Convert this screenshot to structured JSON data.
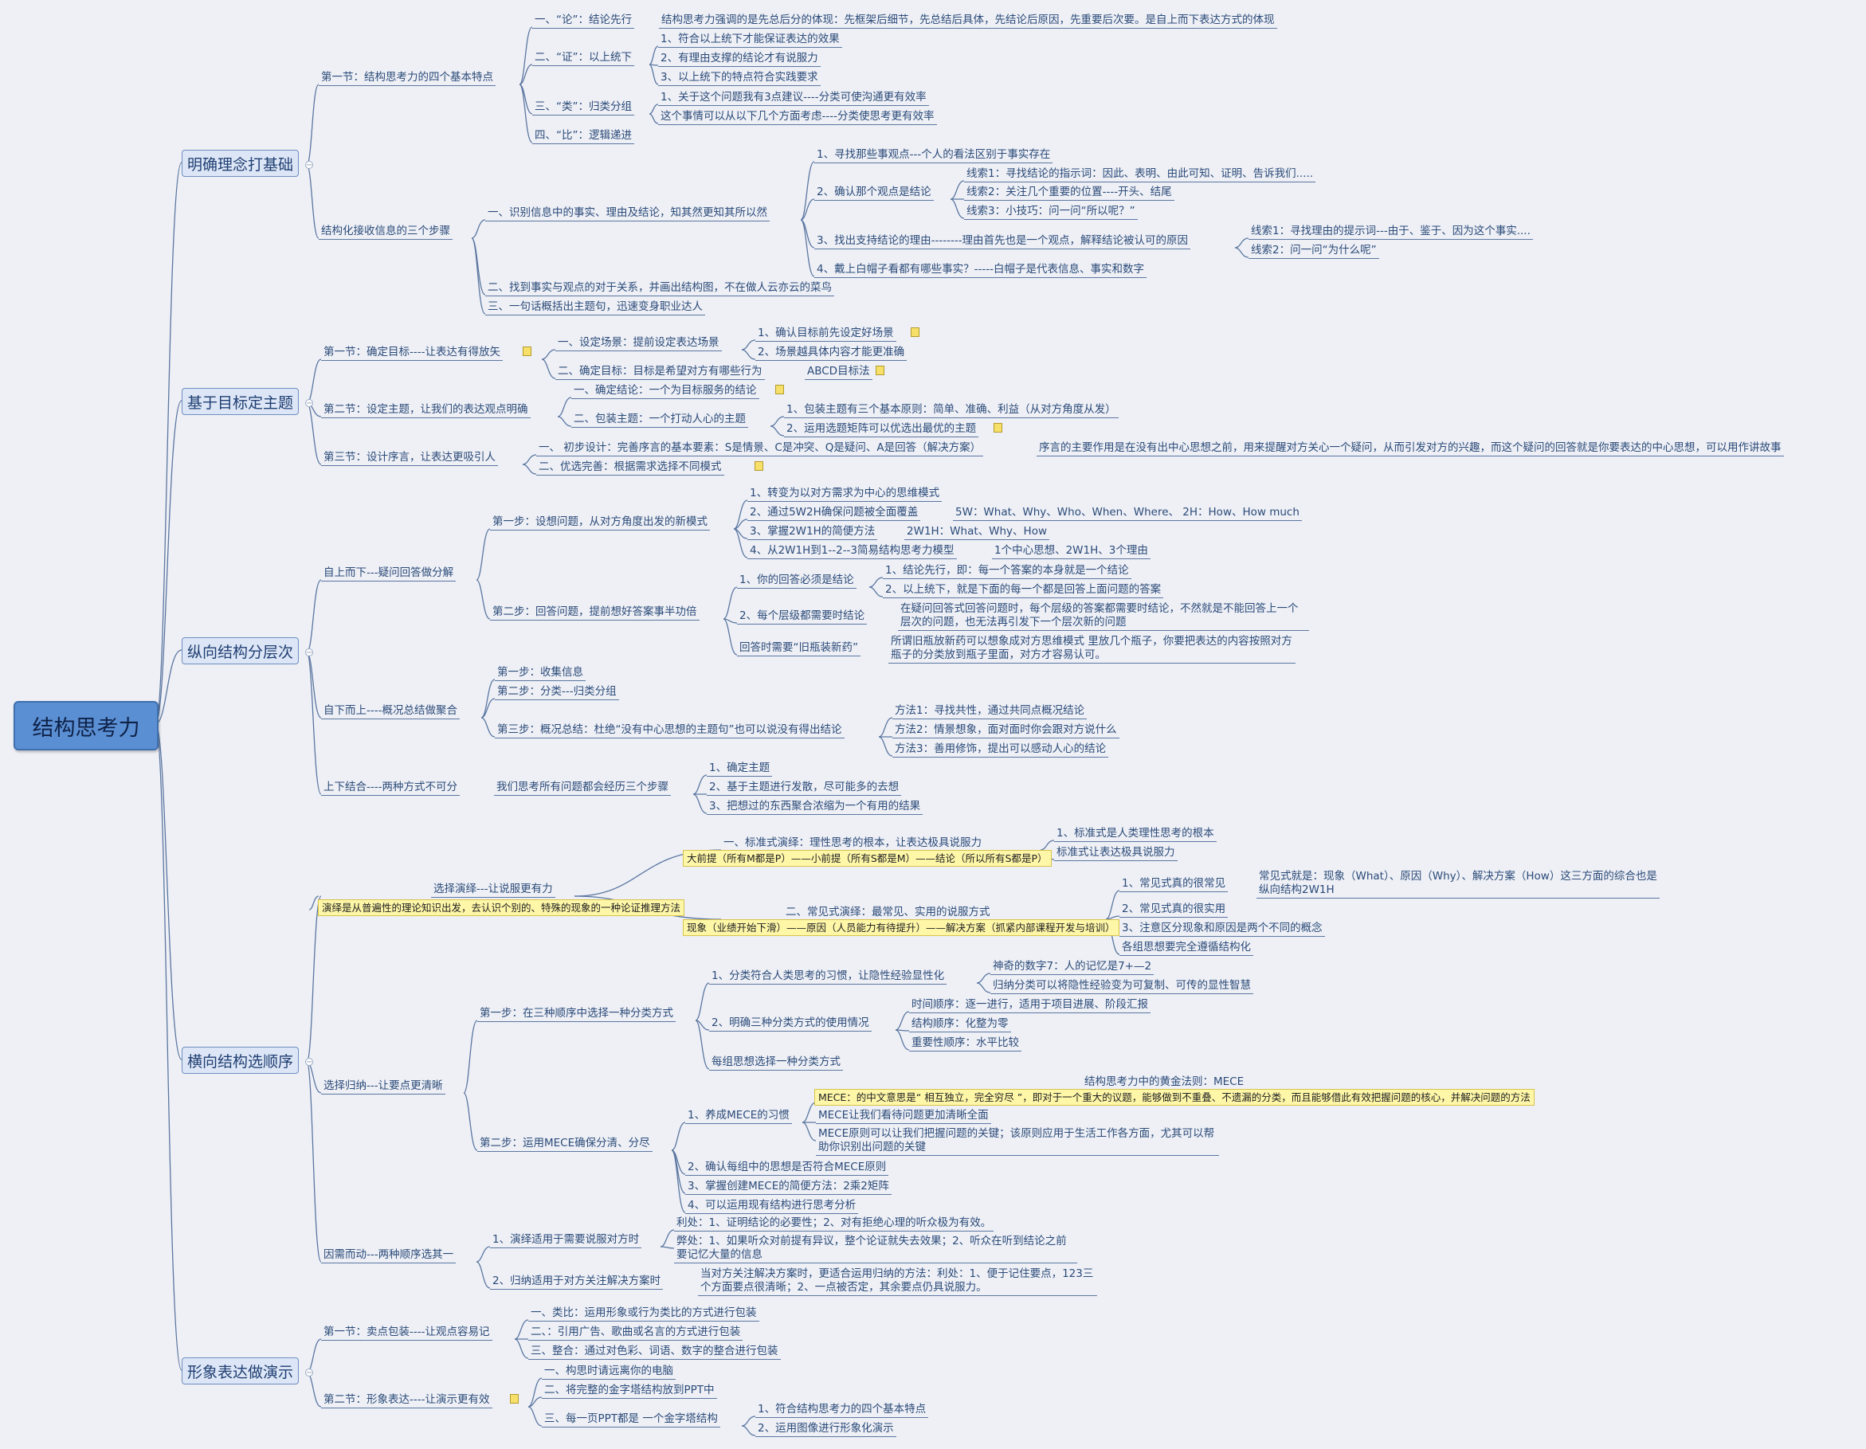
{
  "root": "结构思考力",
  "main": {
    "m1": "明确理念打基础",
    "m2": "基于目标定主题",
    "m3": "纵向结构分层次",
    "m4": "横向结构选顺序",
    "m5": "形象表达做演示"
  },
  "m1": {
    "s1": "第一节：结构思考力的四个基本特点",
    "s1_1": "一、“论”：结论先行",
    "s1_1n": "结构思考力强调的是先总后分的体现：先框架后细节，先总结后具体，先结论后原因，先重要后次要。是自上而下表达方式的体现",
    "s1_2": "二、“证”：以上统下",
    "s1_2a": "1、符合以上统下才能保证表达的效果",
    "s1_2b": "2、有理由支撑的结论才有说服力",
    "s1_2c": "3、以上统下的特点符合实践要求",
    "s1_3": "三、“类”：归类分组",
    "s1_3a": "1、关于这个问题我有3点建议----分类可使沟通更有效率",
    "s1_3b": "这个事情可以从以下几个方面考虑----分类使思考更有效率",
    "s1_4": "四、“比”：逻辑递进",
    "s2": "结构化接收信息的三个步骤",
    "s2_1": "一、识别信息中的事实、理由及结论，知其然更知其所以然",
    "s2_1a": "1、寻找那些事观点---个人的看法区别于事实存在",
    "s2_1b": "2、确认那个观点是结论",
    "s2_1b1": "线索1：寻找结论的指示词：因此、表明、由此可知、证明、告诉我们.....",
    "s2_1b2": "线索2：关注几个重要的位置----开头、结尾",
    "s2_1b3": "线索3：小技巧：问一问“所以呢？”",
    "s2_1c": "3、找出支持结论的理由--------理由首先也是一个观点，解释结论被认可的原因",
    "s2_1c1": "线索1：寻找理由的提示词---由于、鉴于、因为这个事实....",
    "s2_1c2": "线索2：问一问“为什么呢”",
    "s2_1d": "4、戴上白帽子看都有哪些事实？-----白帽子是代表信息、事实和数字",
    "s2_2": "二、找到事实与观点的对于关系，并画出结构图，不在做人云亦云的菜鸟",
    "s2_3": "三、一句话概括出主题句，迅速变身职业达人"
  },
  "m2": {
    "s1": "第一节：确定目标----让表达有得放矢",
    "s1_1": "一、设定场景：提前设定表达场景",
    "s1_1a": "1、确认目标前先设定好场景",
    "s1_1b": "2、场景越具体内容才能更准确",
    "s1_2": "二、确定目标：目标是希望对方有哪些行为",
    "s1_2n": "ABCD目标法",
    "s2": "第二节：设定主题，让我们的表达观点明确",
    "s2_1": "一、确定结论：一个为目标服务的结论",
    "s2_2": "二、包装主题：一个打动人心的主题",
    "s2_2a": "1、包装主题有三个基本原则：简单、准确、利益（从对方角度从发）",
    "s2_2b": "2、运用选题矩阵可以优选出最优的主题",
    "s3": "第三节：设计序言，让表达更吸引人",
    "s3_1": "一、  初步设计：完善序言的基本要素：S是情景、C是冲突、Q是疑问、A是回答（解决方案）",
    "s3_1n": "序言的主要作用是在没有出中心思想之前，用来提醒对方关心一个疑问，从而引发对方的兴趣，而这个疑问的回答就是你要表达的中心思想，可以用作讲故事",
    "s3_2": "二、优选完善：根据需求选择不同模式"
  },
  "m3": {
    "s1": "自上而下---疑问回答做分解",
    "s1_1": "第一步：设想问题，从对方角度出发的新模式",
    "s1_1a": "1、转变为以对方需求为中心的思维模式",
    "s1_1b": "2、通过5W2H确保问题被全面覆盖",
    "s1_1bn": "5W：What、Why、Who、When、Where、 2H：How、How much",
    "s1_1c": "3、掌握2W1H的简便方法",
    "s1_1cn": "2W1H：What、Why、How",
    "s1_1d": "4、从2W1H到1--2--3简易结构思考力模型",
    "s1_1dn": "1个中心思想、2W1H、3个理由",
    "s1_2": "第二步：回答问题，提前想好答案事半功倍",
    "s1_2a": "1、你的回答必须是结论",
    "s1_2a1": "1、结论先行，即：每一个答案的本身就是一个结论",
    "s1_2a2": "2、以上统下，就是下面的每一个都是回答上面问题的答案",
    "s1_2b": "2、每个层级都需要时结论",
    "s1_2bn": "在疑问回答式回答问题时，每个层级的答案都需要时结论，不然就是不能回答上一个层次的问题，也无法再引发下一个层次新的问题",
    "s1_2c": "回答时需要“旧瓶装新药”",
    "s1_2cn": "所谓旧瓶放新药可以想象成对方思维模式 里放几个瓶子，你要把表达的内容按照对方瓶子的分类放到瓶子里面，对方才容易认可。",
    "s2": "自下而上----概况总结做聚合",
    "s2_1": "第一步：收集信息",
    "s2_2": "第二步：分类---归类分组",
    "s2_3": "第三步：概况总结：杜绝“没有中心思想的主题句”也可以说没有得出结论",
    "s2_3a": "方法1：寻找共性，通过共同点概况结论",
    "s2_3b": "方法2：情景想象，面对面时你会跟对方说什么",
    "s2_3c": "方法3：善用修饰，提出可以感动人心的结论",
    "s3": "上下结合----两种方式不可分",
    "s3n": "我们思考所有问题都会经历三个步骤",
    "s3a": "1、确定主题",
    "s3b": "2、基于主题进行发散，尽可能多的去想",
    "s3c": "3、把想过的东西聚合浓缩为一个有用的结果"
  },
  "m4": {
    "s1": "选择演绎---让说服更有力",
    "s1hl": "演绎是从普遍性的理论知识出发，去认识个别的、特殊的现象的一种论证推理方法",
    "s1_1": "一、标准式演绎：理性思考的根本，让表达极具说服力",
    "s1_1hl": "大前提（所有M都是P）——小前提（所有S都是M）——结论（所以所有S都是P）",
    "s1_1a": "1、标准式是人类理性思考的根本",
    "s1_1b": "标准式让表达极具说服力",
    "s1_2": "二、常见式演绎：最常见、实用的说服方式",
    "s1_2hl": "现象（业绩开始下滑）——原因（人员能力有待提升）——解决方案（抓紧内部课程开发与培训）",
    "s1_2a": "1、常见式真的很常见",
    "s1_2an": "常见式就是：现象（What）、原因（Why）、解决方案（How）这三方面的综合也是纵向结构2W1H",
    "s1_2b": "2、常见式真的很实用",
    "s1_2c": "3、注意区分现象和原因是两个不同的概念",
    "s1_2d": "各组思想要完全遵循结构化",
    "s2": "选择归纳---让要点更清晰",
    "s2_1": "第一步：在三种顺序中选择一种分类方式",
    "s2_1a": "1、分类符合人类思考的习惯，让隐性经验显性化",
    "s2_1a1": "神奇的数字7：人的记忆是7+—2",
    "s2_1a2": "归纳分类可以将隐性经验变为可复制、可传的显性智慧",
    "s2_1b": "2、明确三种分类方式的使用情况",
    "s2_1b1": "时间顺序：逐一进行，适用于项目进展、阶段汇报",
    "s2_1b2": "结构顺序：化整为零",
    "s2_1b3": "重要性顺序：水平比较",
    "s2_1c": "每组思想选择一种分类方式",
    "s2_2": "第二步：运用MECE确保分清、分尽",
    "s2_2a": "1、养成MECE的习惯",
    "s2_2top": "结构思考力中的黄金法则：MECE",
    "s2_2hl": "MECE：的中文意思是“ 相互独立，完全穷尽 ”，即对于一个重大的议题，能够做到不重叠、不遗漏的分类，而且能够借此有效把握问题的核心，并解决问题的方法",
    "s2_2a1": "MECE让我们看待问题更加清晰全面",
    "s2_2a2": "MECE原则可以让我们把握问题的关键；该原则应用于生活工作各方面，尤其可以帮助你识别出问题的关键",
    "s2_2b": "2、确认每组中的思想是否符合MECE原则",
    "s2_2c": "3、掌握创建MECE的简便方法：2乘2矩阵",
    "s2_2d": "4、可以运用现有结构进行思考分析",
    "s3": "因需而动---两种顺序选其一",
    "s3_1": "1、演绎适用于需要说服对方时",
    "s3_1a": "利处：1、证明结论的必要性；2、对有拒绝心理的听众极为有效。",
    "s3_1b": "弊处：1、如果听众对前提有异议，整个论证就失去效果；2、听众在听到结论之前要记忆大量的信息",
    "s3_2": "2、归纳适用于对方关注解决方案时",
    "s3_2n": "当对方关注解决方案时，更适合运用归纳的方法：利处：1、便于记住要点，123三个方面要点很清晰；2、一点被否定，其余要点仍具说服力。"
  },
  "m5": {
    "s1": "第一节：卖点包装----让观点容易记",
    "s1a": "一、类比：运用形象或行为类比的方式进行包装",
    "s1b": "二、：引用广告、歌曲或名言的方式进行包装",
    "s1c": "三、整合：通过对色彩、词语、数字的整合进行包装",
    "s2": "第二节：形象表达----让演示更有效",
    "s2a": "一、构思时请远离你的电脑",
    "s2b": "二、将完整的金字塔结构放到PPT中",
    "s2c": "三、每一页PPT都是 一个金字塔结构",
    "s2c1": "1、符合结构思考力的四个基本特点",
    "s2c2": "2、运用图像进行形象化演示"
  }
}
